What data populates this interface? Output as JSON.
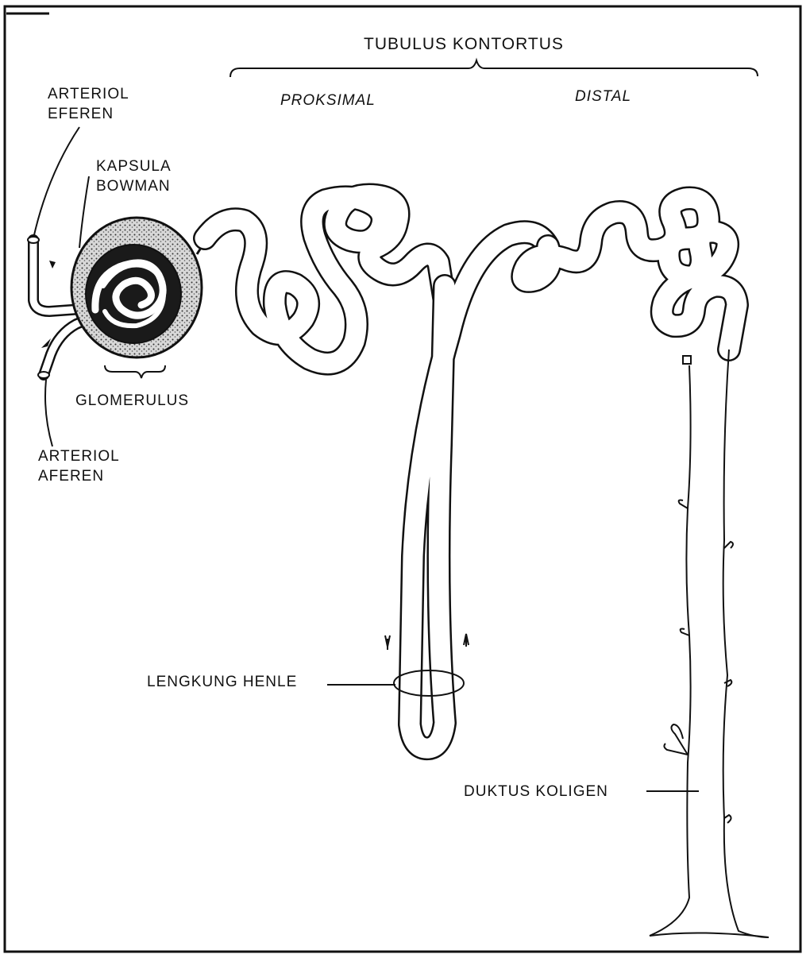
{
  "labels": {
    "tubulus_kontortus": "TUBULUS KONTORTUS",
    "proksimal": "PROKSIMAL",
    "distal": "DISTAL",
    "arteriol_eferen_1": "ARTERIOL",
    "arteriol_eferen_2": "EFEREN",
    "kapsula_bowman_1": "KAPSULA",
    "kapsula_bowman_2": "BOWMAN",
    "glomerulus": "GLOMERULUS",
    "arteriol_aferen_1": "ARTERIOL",
    "arteriol_aferen_2": "AFEREN",
    "lengkung_henle": "LENGKUNG HENLE",
    "duktus_koligen": "DUKTUS KOLIGEN"
  },
  "colors": {
    "ink": "#111111",
    "paper": "#ffffff",
    "capsule_stipple": "#4a4a4a"
  }
}
